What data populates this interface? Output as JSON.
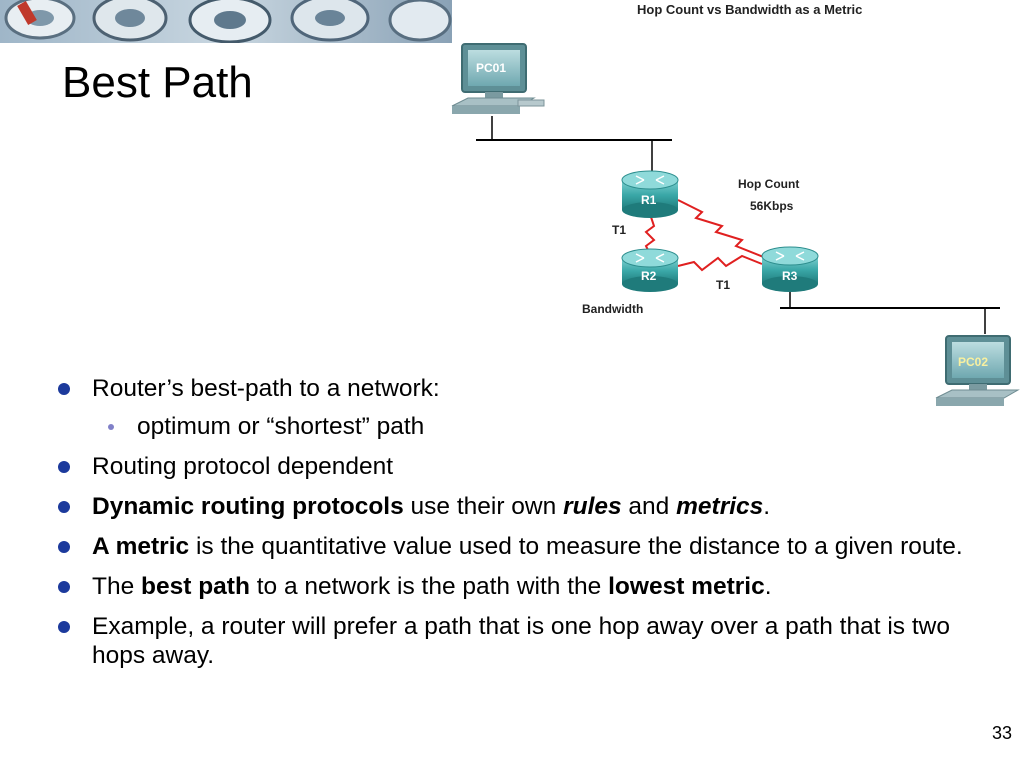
{
  "slide": {
    "title": "Best Path",
    "page_number": "33"
  },
  "diagram": {
    "title": "Hop Count vs Bandwidth as a Metric",
    "devices": {
      "pc01": "PC01",
      "pc02": "PC02",
      "r1": "R1",
      "r2": "R2",
      "r3": "R3"
    },
    "labels": {
      "hop_count": "Hop Count",
      "speed": "56Kbps",
      "t1_left": "T1",
      "t1_bottom": "T1",
      "bandwidth": "Bandwidth"
    },
    "colors": {
      "serial_link": "#e02020",
      "router": "#3aa7a7",
      "pc": "#4aa0a8"
    }
  },
  "bullets": {
    "b1": "Router’s best-path to a network:",
    "b1_sub": "optimum or “shortest” path",
    "b2": "Routing protocol dependent",
    "b3_bold": "Dynamic routing protocols",
    "b3_mid": " use their own ",
    "b3_rules": "rules",
    "b3_and": " and ",
    "b3_metrics": "metrics",
    "b3_end": ".",
    "b4_bold": "A metric",
    "b4_rest": " is the quantitative value used to measure the distance to a given route.",
    "b5_pre": "The ",
    "b5_bold1": "best path",
    "b5_mid": " to a network is the path with the ",
    "b5_bold2": "lowest metric",
    "b5_end": ".",
    "b6": "Example, a router will prefer a path that is one hop away over a path that is two hops away."
  },
  "theme": {
    "bullet_color": "#1c3a9c"
  }
}
